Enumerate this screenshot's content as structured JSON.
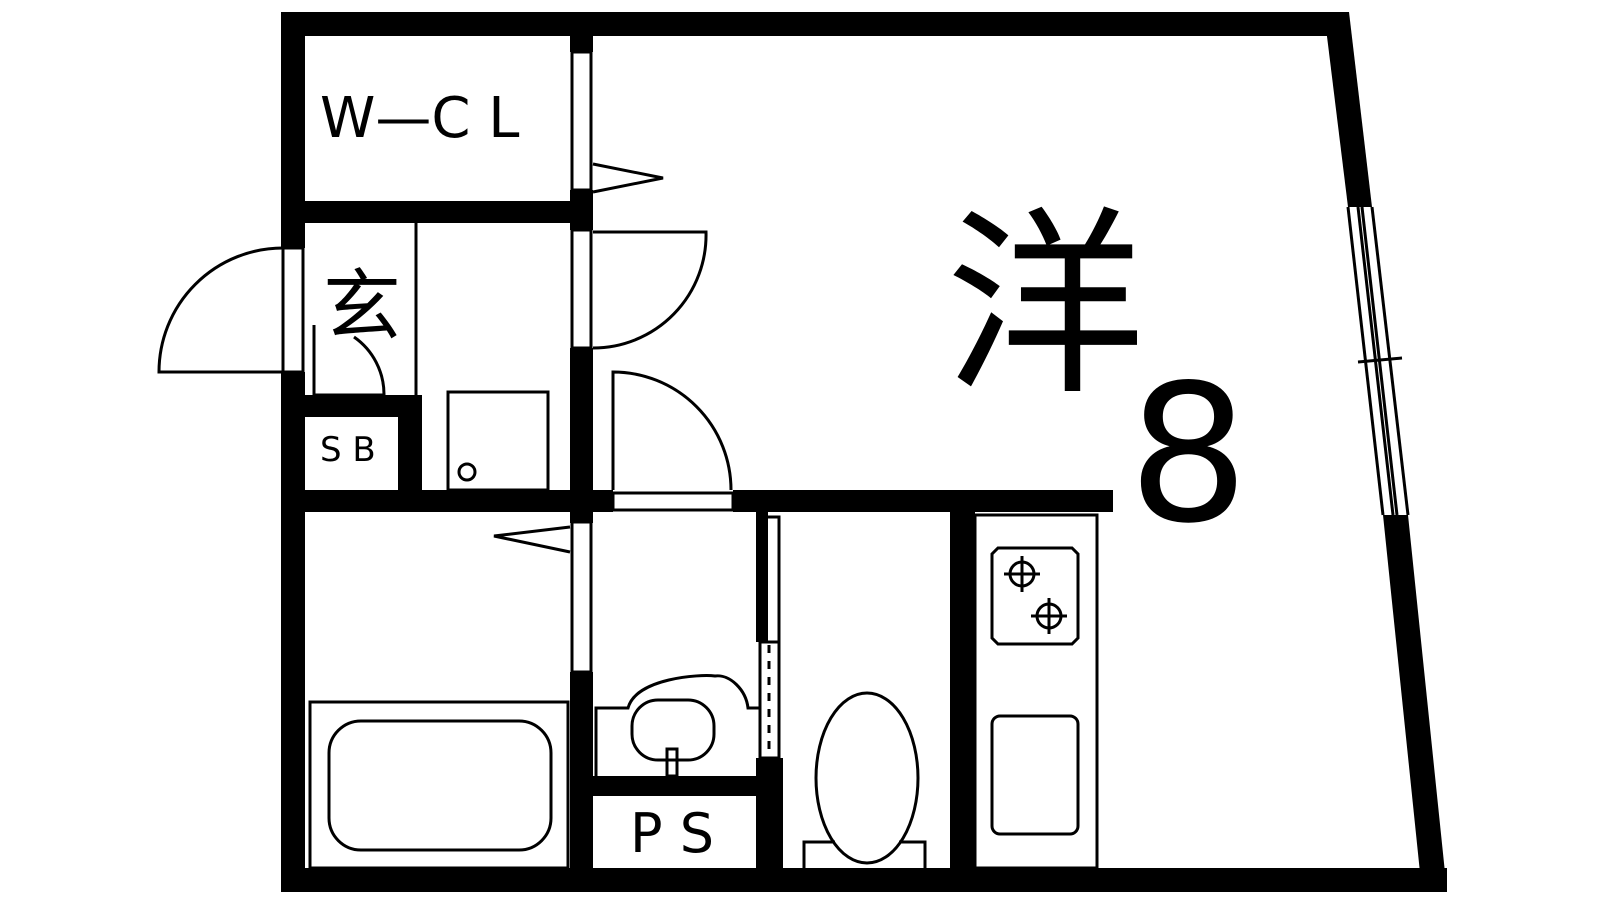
{
  "floor_plan": {
    "labels": {
      "walk_in_closet": "W—C L",
      "entrance": "玄",
      "shoe_box": "S B",
      "pipe_space": "P S",
      "western_room_kanji": "洋",
      "western_room_size": "8"
    },
    "colors": {
      "wall": "#000000",
      "background": "#ffffff"
    }
  }
}
